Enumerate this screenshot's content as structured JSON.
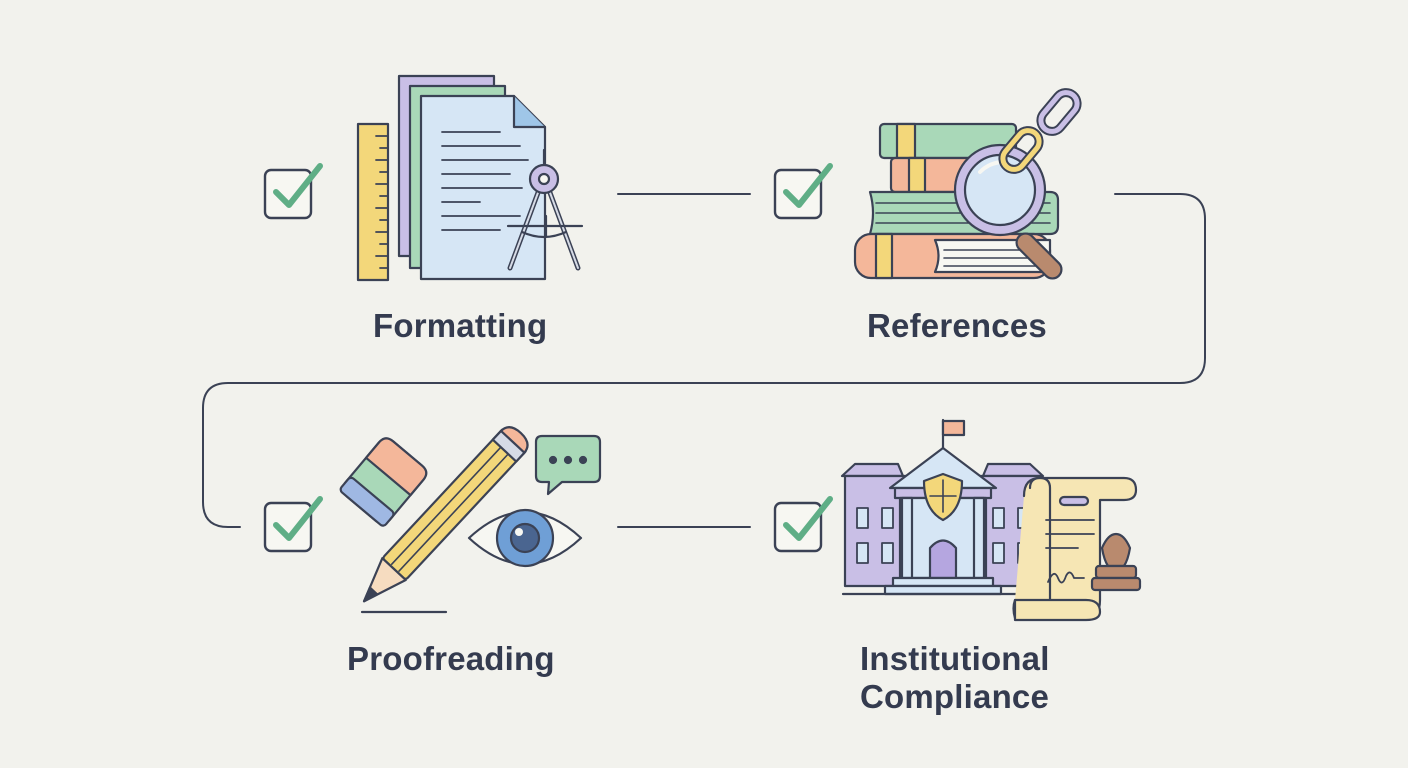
{
  "steps": [
    {
      "id": "formatting",
      "lines": [
        "Formatting"
      ],
      "checked": true,
      "icon": "document-ruler-compass-icon"
    },
    {
      "id": "references",
      "lines": [
        "References"
      ],
      "checked": true,
      "icon": "books-magnifier-chain-icon"
    },
    {
      "id": "proofreading",
      "lines": [
        "Proofreading"
      ],
      "checked": true,
      "icon": "pencil-eraser-eye-icon"
    },
    {
      "id": "institutional-compliance",
      "lines": [
        "Institutional",
        "Compliance"
      ],
      "checked": true,
      "icon": "building-certificate-stamp-icon"
    }
  ],
  "colors": {
    "background": "#f2f2ed",
    "stroke": "#3b4255",
    "check": "#5fae86",
    "purple": "#c9bfe6",
    "blue": "#d6e6f5",
    "green": "#a9d8b8",
    "yellow": "#f3d77a",
    "peach": "#f4b79a",
    "brown": "#b98a6e"
  }
}
